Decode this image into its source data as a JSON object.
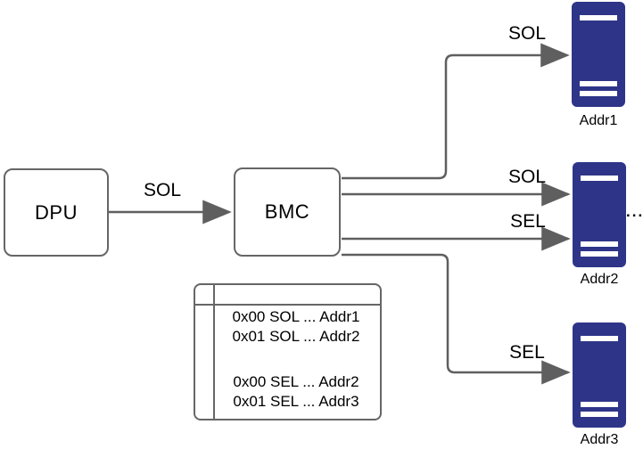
{
  "diagram": {
    "nodes": {
      "dpu": {
        "label": "DPU"
      },
      "bmc": {
        "label": "BMC"
      }
    },
    "edges": {
      "dpu_bmc": {
        "label": "SOL"
      },
      "bmc_addr1": {
        "label": "SOL"
      },
      "bmc_addr2_sol": {
        "label": "SOL"
      },
      "bmc_addr2_sel": {
        "label": "SEL"
      },
      "bmc_addr3": {
        "label": "SEL"
      }
    },
    "servers": [
      {
        "label": "Addr1"
      },
      {
        "label": "Addr2"
      },
      {
        "label": "Addr3"
      }
    ],
    "ellipsis": "...",
    "mapping_table": {
      "rows_sol": [
        "0x00 SOL ... Addr1",
        "0x01 SOL ... Addr2"
      ],
      "rows_sel": [
        "0x00 SEL ... Addr2",
        "0x01 SEL ... Addr3"
      ]
    },
    "colors": {
      "server_fill": "#2e3588",
      "connector": "#5f5f5f",
      "node_border": "#666666",
      "text": "#000000",
      "background": "#ffffff"
    }
  }
}
